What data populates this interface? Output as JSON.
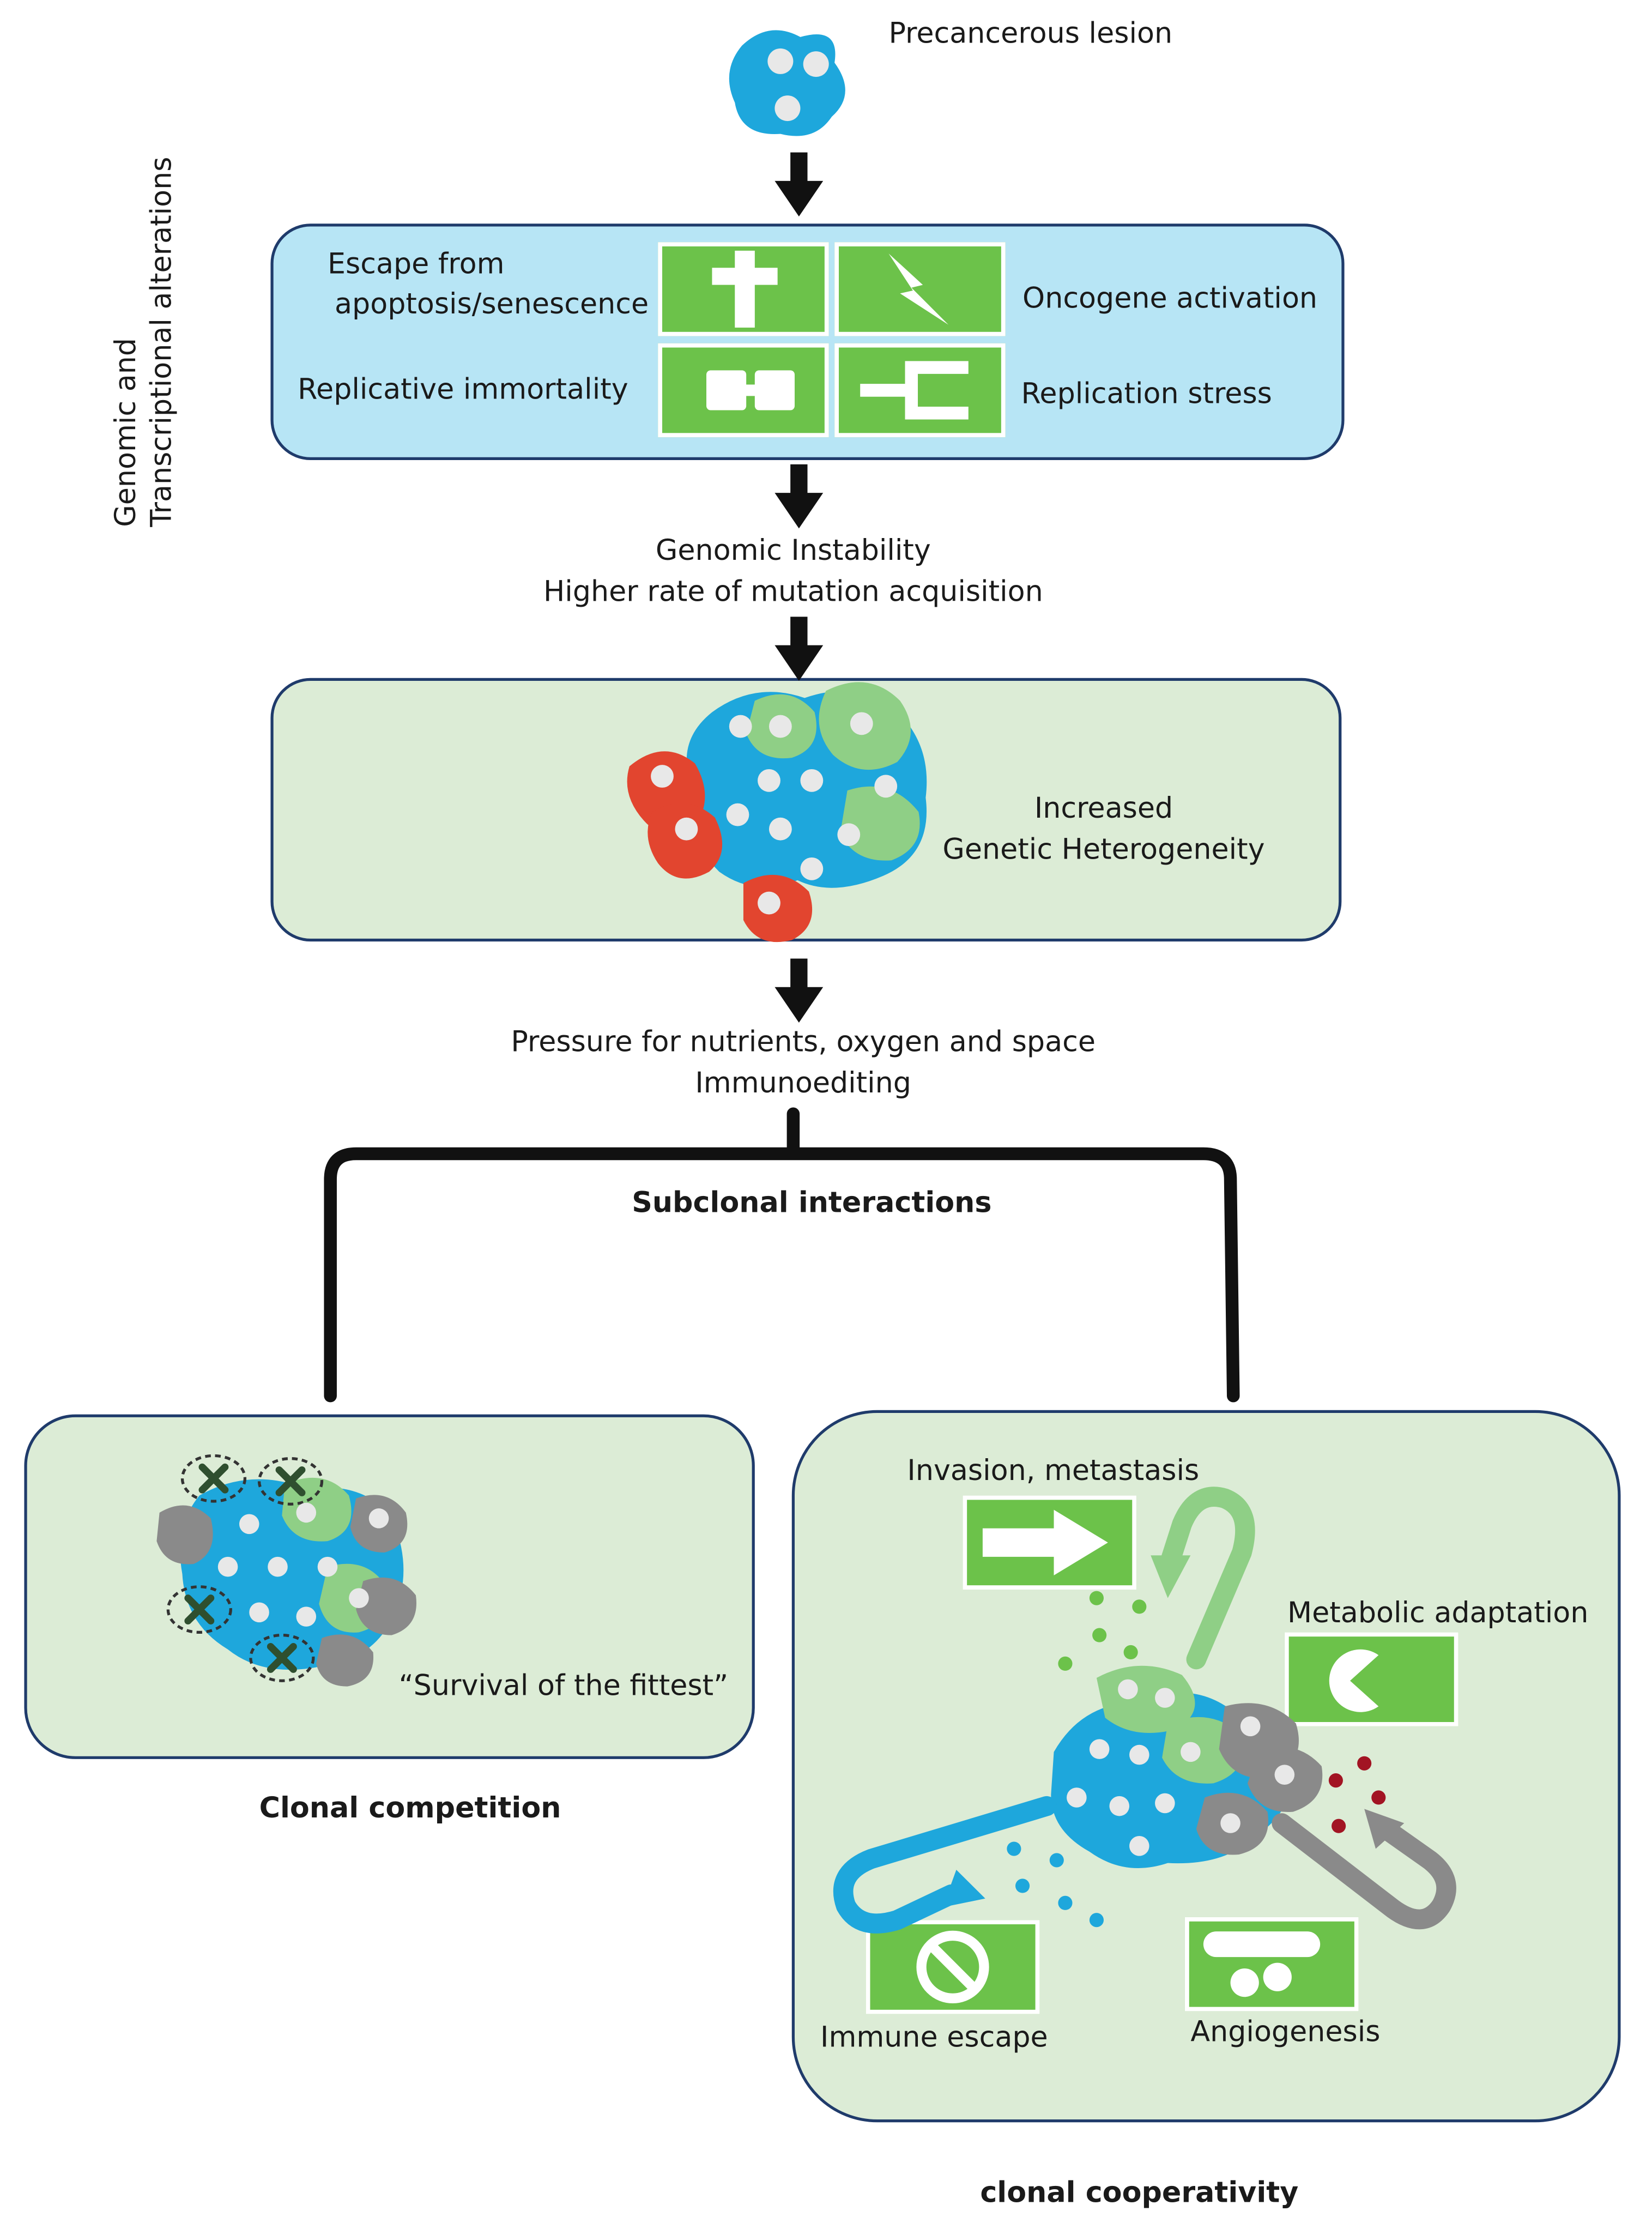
{
  "top": {
    "precancerous_label": "Precancerous lesion"
  },
  "side_label": {
    "line1": "Genomic and",
    "line2": "Transcriptional alterations"
  },
  "hallmarks": {
    "escape_line1": "Escape from",
    "escape_line2": "apoptosis/senescence",
    "oncogene": "Oncogene activation",
    "immortality": "Replicative immortality",
    "replication_stress": "Replication stress"
  },
  "instability": {
    "line1": "Genomic Instability",
    "line2": "Higher rate of mutation acquisition"
  },
  "heterogeneity": {
    "line1": "Increased",
    "line2": "Genetic Heterogeneity"
  },
  "pressure": {
    "line1": "Pressure for nutrients, oxygen and space",
    "line2": "Immunoediting"
  },
  "subclonal_label": "Subclonal interactions",
  "competition": {
    "quote": "“Survival of the fittest”",
    "title": "Clonal competition"
  },
  "cooperativity": {
    "invasion": "Invasion, metastasis",
    "metabolic": "Metabolic adaptation",
    "immune": "Immune escape",
    "angiogenesis": "Angiogenesis",
    "title": "clonal cooperativity"
  },
  "colors": {
    "blue_cell": "#1ea7dc",
    "green_cell": "#8fcf86",
    "red_cell": "#e2452f",
    "grey_cell": "#8a8a8a",
    "icon_tile": "#6cc24a",
    "light_blue_box": "#b7e5f5",
    "light_green_box": "#dcecd6"
  }
}
